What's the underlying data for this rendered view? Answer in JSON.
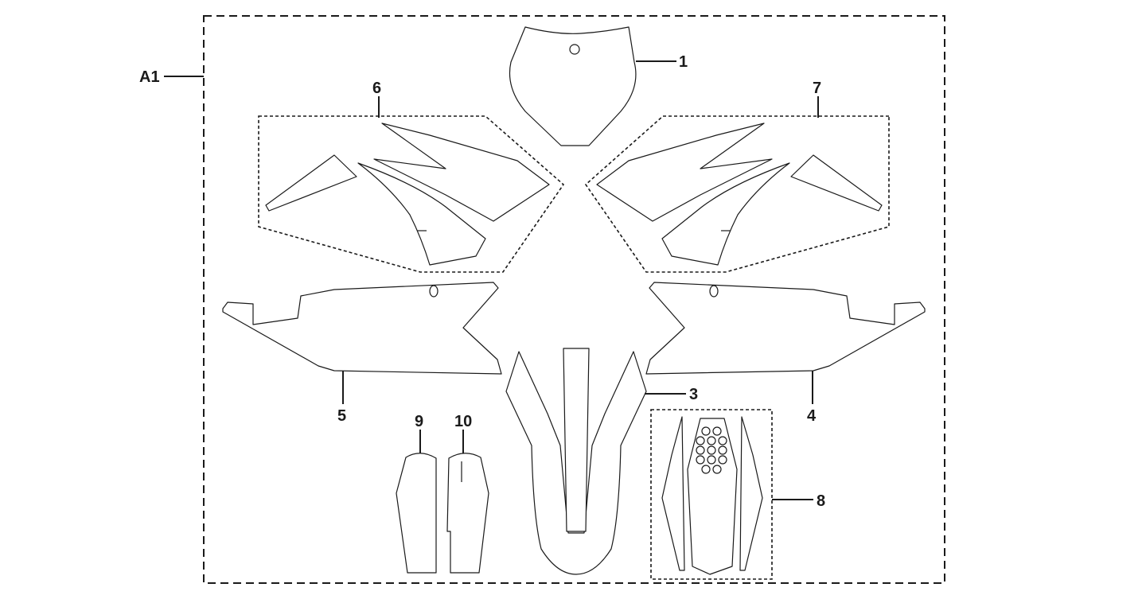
{
  "labels": {
    "assembly": "A1",
    "p1": "1",
    "p3": "3",
    "p4": "4",
    "p5": "5",
    "p6": "6",
    "p7": "7",
    "p8": "8",
    "p9": "9",
    "p10": "10"
  }
}
